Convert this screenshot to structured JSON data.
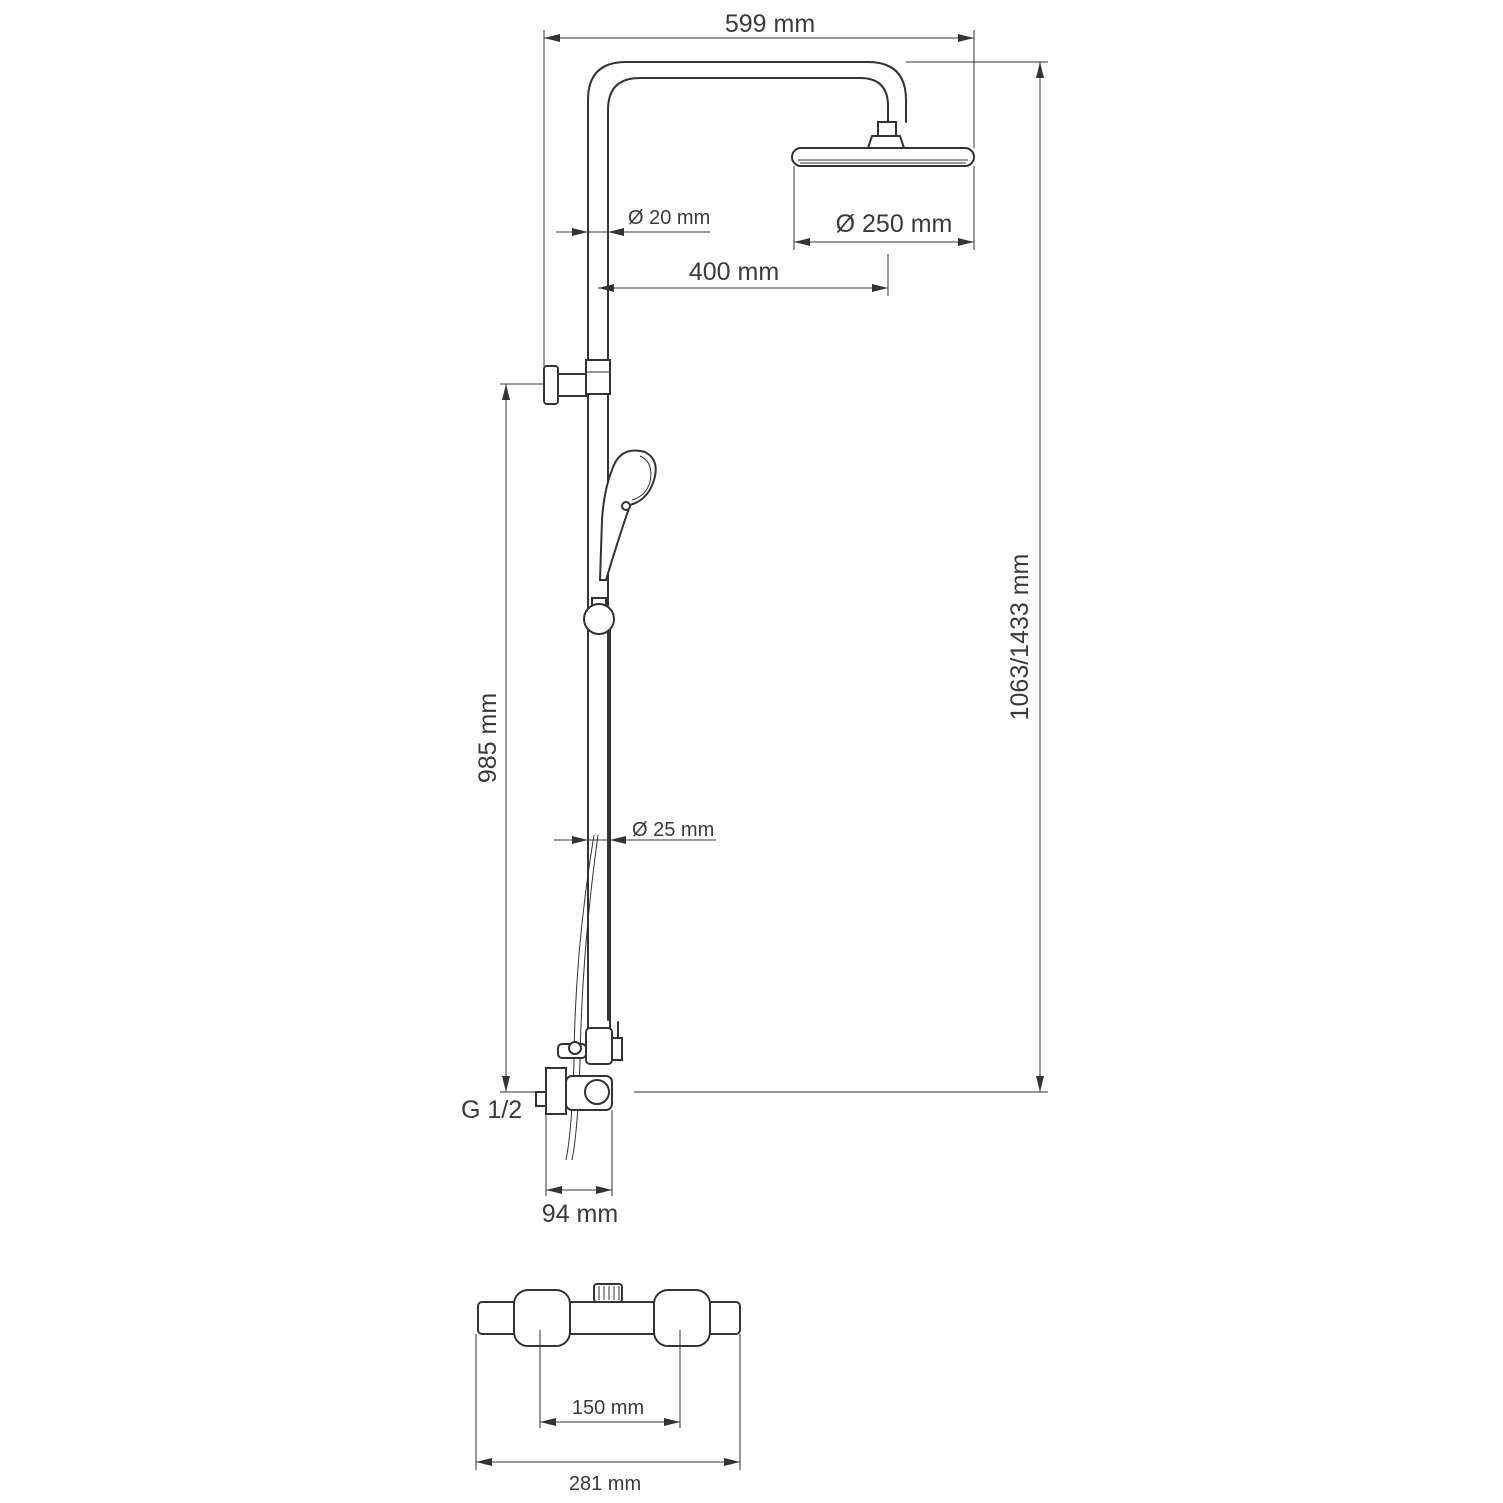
{
  "dimensions": {
    "overall_width": "599 mm",
    "head_diameter": "Ø 250 mm",
    "upper_tube_diameter": "Ø 20 mm",
    "arm_reach": "400 mm",
    "overall_height": "1063/1433 mm",
    "bracket_height": "985 mm",
    "lower_tube_diameter": "Ø 25 mm",
    "connection_thread": "G 1/2",
    "mixer_depth": "94 mm",
    "inlet_spacing": "150 mm",
    "mixer_width": "281 mm"
  },
  "colors": {
    "line": "#333333",
    "text": "#3a3a3a",
    "background": "#ffffff"
  }
}
